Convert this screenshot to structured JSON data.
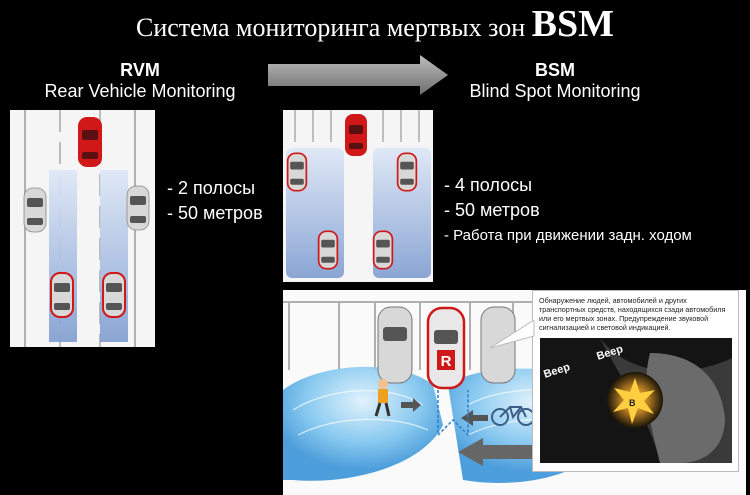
{
  "title": {
    "text": "Система мониторинга мертвых зон",
    "abbr": "BSM"
  },
  "rvm": {
    "abbr": "RVM",
    "name": "Rear Vehicle Monitoring",
    "bullets": [
      "- 2 полосы",
      "- 50 метров"
    ]
  },
  "bsm": {
    "abbr": "BSM",
    "name": "Blind Spot Monitoring",
    "bullets": [
      "- 4 полосы",
      "- 50 метров",
      "- Работа при движении задн. ходом"
    ]
  },
  "inset": {
    "caption": "Обнаружение людей, автомобилей и других транспортных средств, находящихся сзади автомобиля или его мертвых зонах. Предупреждение звуковой сигнализацией и световой индикацией.",
    "beep1": "Beep",
    "beep2": "Beep",
    "indicator": "B",
    "scene_car_label": "R"
  },
  "colors": {
    "background": "#000000",
    "car_red": "#d01818",
    "car_gray": "#c8c8c8",
    "zone_blue": "#9fb6de",
    "wave_blue": "#4aa8e8",
    "arrow_gray": "#8c8c8c"
  }
}
